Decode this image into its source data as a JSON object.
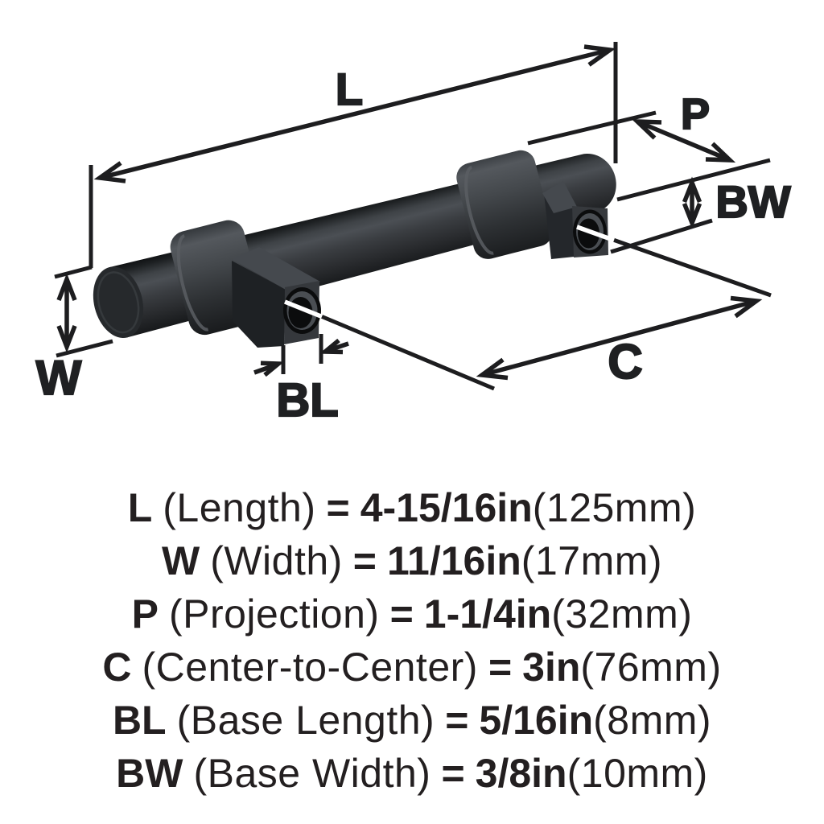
{
  "figure": {
    "description": "3D dimension diagram of a black bar cabinet pull handle",
    "dimension_labels": {
      "length": "L",
      "width": "W",
      "projection": "P",
      "base_width": "BW",
      "center_to_center": "C",
      "base_length": "BL"
    }
  },
  "specs": [
    {
      "symbol": "L",
      "name": "(Length)",
      "equals": "=",
      "value": "4-15/16in",
      "metric": "(125mm)"
    },
    {
      "symbol": "W",
      "name": "(Width)",
      "equals": "=",
      "value": "11/16in",
      "metric": "(17mm)"
    },
    {
      "symbol": "P",
      "name": "(Projection)",
      "equals": "=",
      "value": "1-1/4in",
      "metric": "(32mm)"
    },
    {
      "symbol": "C",
      "name": "(Center-to-Center)",
      "equals": "=",
      "value": "3in",
      "metric": "(76mm)"
    },
    {
      "symbol": "BL",
      "name": "(Base Length)",
      "equals": "=",
      "value": "5/16in",
      "metric": "(8mm)"
    },
    {
      "symbol": "BW",
      "name": "(Base Width)",
      "equals": "=",
      "value": "3/8in",
      "metric": "(10mm)"
    }
  ],
  "colors": {
    "background": "#ffffff",
    "line": "#1d1d1f",
    "text": "#231f20",
    "handle_dark": "#17191b",
    "handle_mid": "#36393d",
    "handle_light": "#53575c"
  }
}
